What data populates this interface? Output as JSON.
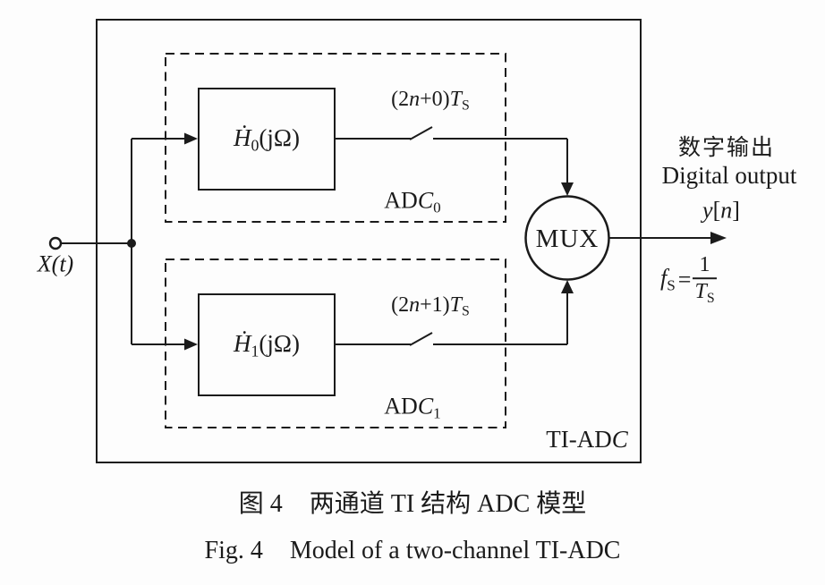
{
  "figure": {
    "input": {
      "signal": "X(t)"
    },
    "channels": [
      {
        "filter": {
          "H": "Ḣ",
          "sub": "0",
          "arg": "(jΩ)"
        },
        "timing": {
          "pre": "(2",
          "n": "n",
          "mid": "+0)",
          "T": "T",
          "Tsub": "S"
        },
        "adc": {
          "pre": "AD",
          "C": "C",
          "sub": "0"
        }
      },
      {
        "filter": {
          "H": "Ḣ",
          "sub": "1",
          "arg": "(jΩ)"
        },
        "timing": {
          "pre": "(2",
          "n": "n",
          "mid": "+1)",
          "T": "T",
          "Tsub": "S"
        },
        "adc": {
          "pre": "AD",
          "C": "C",
          "sub": "1"
        }
      }
    ],
    "mux_label": "MUX",
    "box_label": {
      "pre": "TI-AD",
      "C": "C"
    },
    "output": {
      "cn": "数字输出",
      "en": "Digital output",
      "y": "y",
      "lbr": "[",
      "n": "n",
      "rbr": "]",
      "fs": {
        "f": "f",
        "fsub": "S",
        "eq": "=",
        "num": "1",
        "T": "T",
        "Tsub": "S"
      }
    }
  },
  "caption": {
    "cn_fig": "图 4",
    "cn_title": "两通道 TI 结构 ADC 模型",
    "en_fig": "Fig. 4",
    "en_title": "Model of a two-channel TI-ADC"
  },
  "colors": {
    "ink": "#1b1b1b",
    "background": "#fdfdfd"
  }
}
